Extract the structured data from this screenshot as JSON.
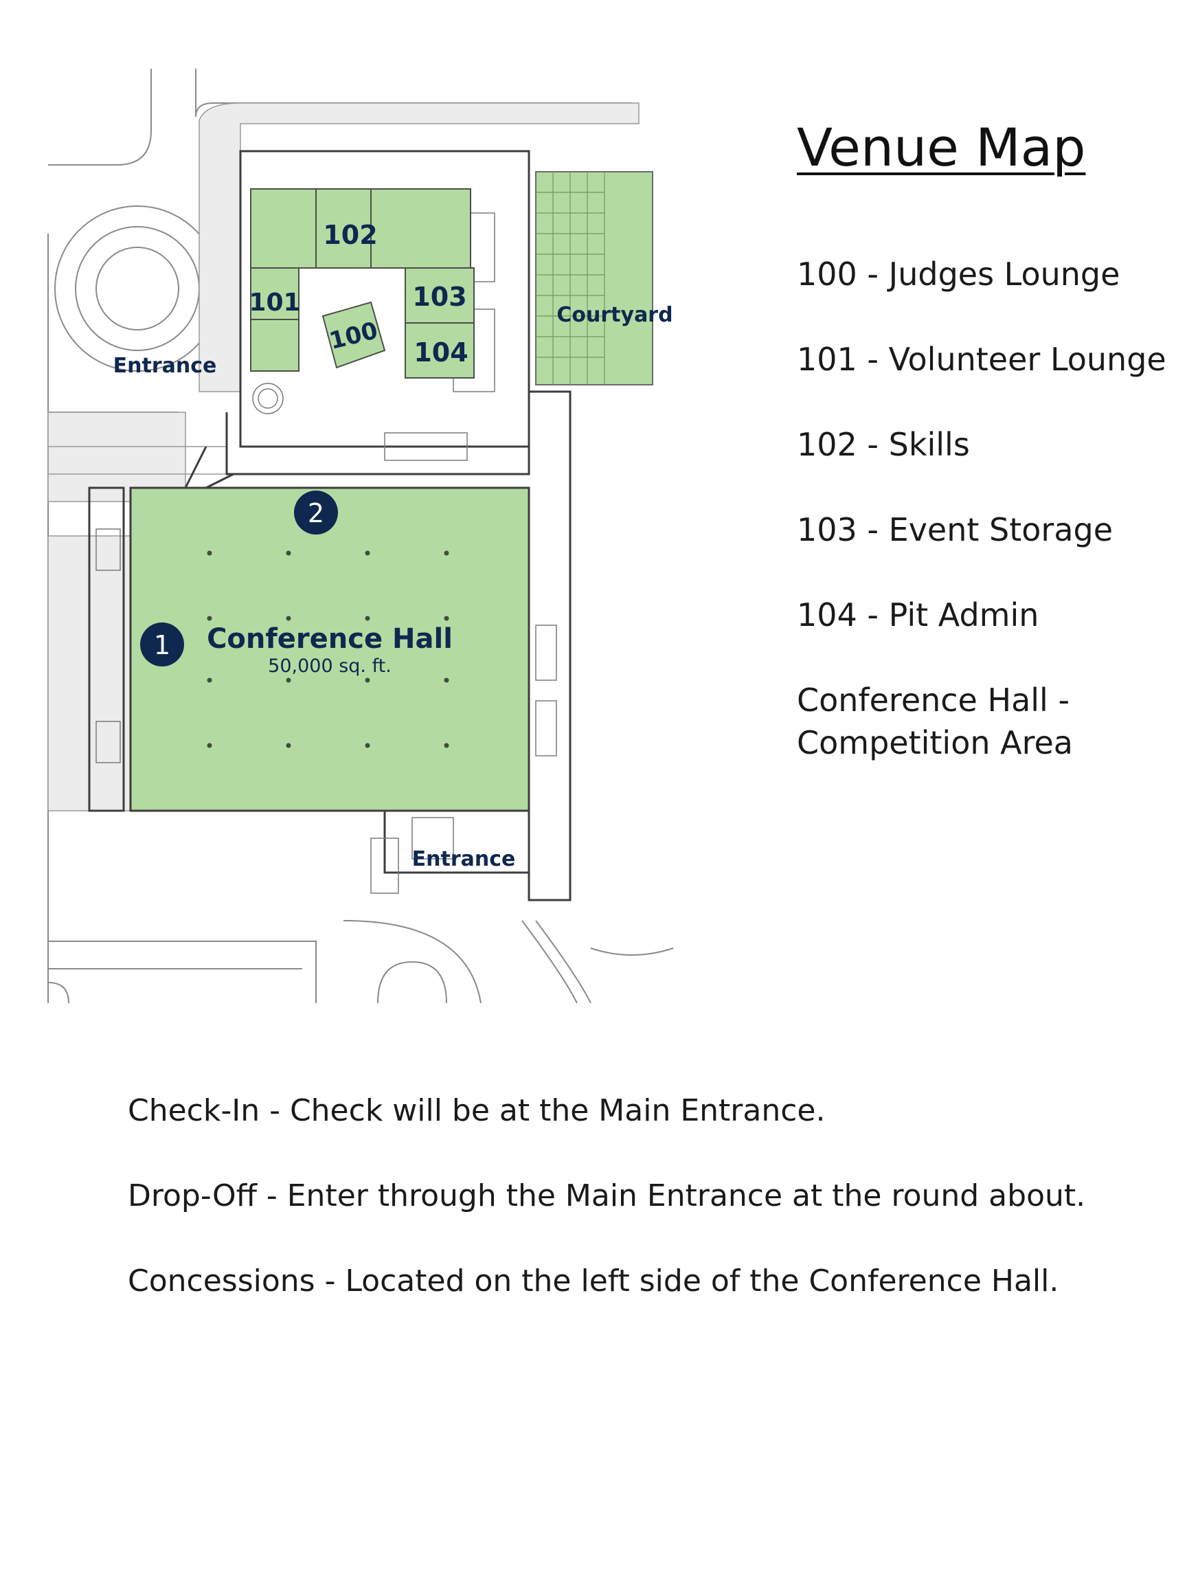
{
  "title": "Venue Map",
  "legend": [
    "100 - Judges Lounge",
    "101 - Volunteer Lounge",
    "102 - Skills",
    "103 - Event Storage",
    "104 - Pit Admin",
    "Conference Hall - Competition Area"
  ],
  "map": {
    "room_labels": {
      "r100": "100",
      "r101": "101",
      "r102": "102",
      "r103": "103",
      "r104": "104"
    },
    "courtyard": "Courtyard",
    "entrance_west": "Entrance",
    "entrance_south": "Entrance",
    "hall_name": "Conference Hall",
    "hall_area": "50,000 sq. ft.",
    "markers": [
      "1",
      "2"
    ]
  },
  "notes": [
    "Check-In - Check will be at the Main Entrance.",
    "Drop-Off - Enter through the Main Entrance at the round about.",
    "Concessions - Located on the left side of the Conference Hall."
  ],
  "colors": {
    "room_fill": "#b3dba1",
    "label_navy": "#0f2850",
    "line_gray": "#6b6b6b"
  }
}
